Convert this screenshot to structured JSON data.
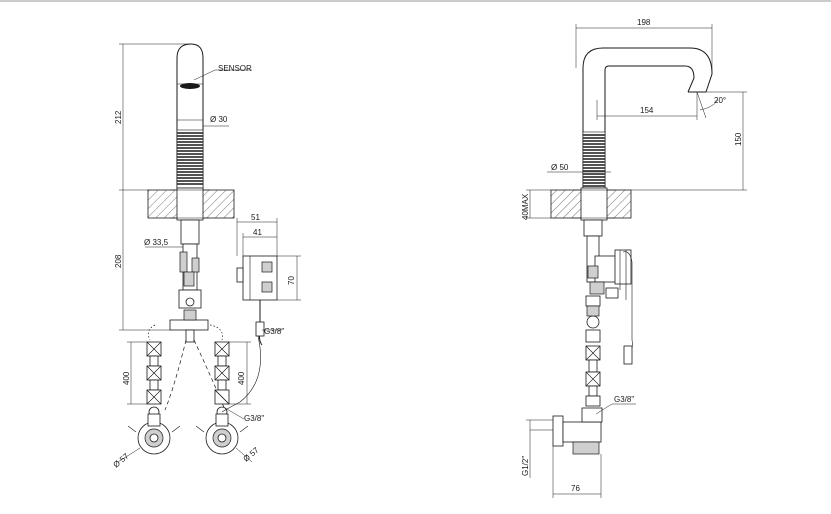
{
  "left_view": {
    "sensor": "SENSOR",
    "dia_spout": "Ø 30",
    "height_spout": "212",
    "height_body": "208",
    "dia_body": "Ø 33,5",
    "box_width_outer": "51",
    "box_width_inner": "41",
    "box_height": "70",
    "thread_box": "G3/8\"",
    "hose_left": "400",
    "hose_right": "400",
    "thread_hose": "G3/8\"",
    "dia_valve_left": "Ø 57",
    "dia_valve_right": "Ø 57"
  },
  "right_view": {
    "projection": "198",
    "reach": "154",
    "angle": "20°",
    "height": "150",
    "dia_base": "Ø 50",
    "deck_thickness": "40MAX",
    "thread_hose": "G3/8\"",
    "thread_inlet": "G1/2\"",
    "valve_depth": "76"
  }
}
